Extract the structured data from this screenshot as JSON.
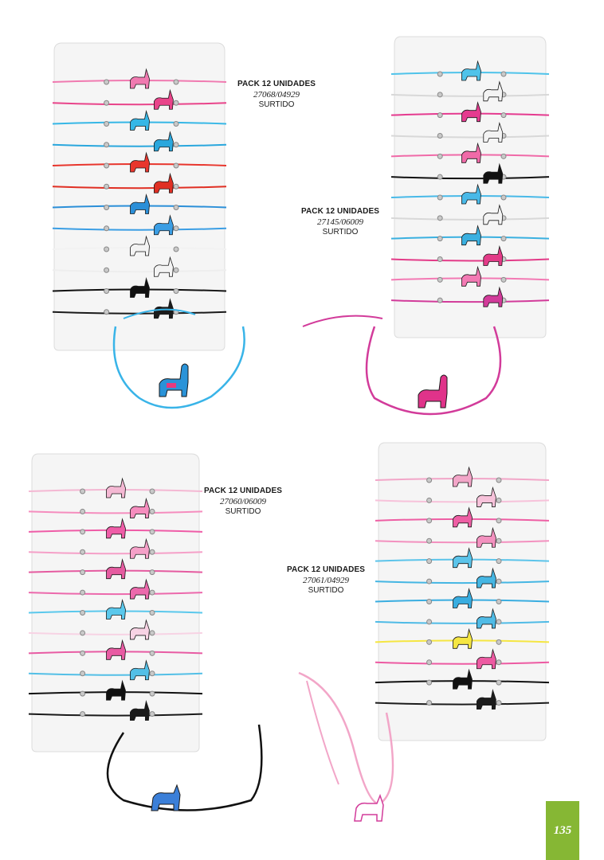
{
  "products": [
    {
      "title": "PACK 12 UNIDADES",
      "code": "27068/04929",
      "variant": "SURTIDO",
      "charm": "llama-icon",
      "cord_colors": [
        "#f07ab0",
        "#e9448a",
        "#36b7e6",
        "#2aa7dd",
        "#e8362d",
        "#e02f23",
        "#2b8fd8",
        "#3b9ee4",
        "#f2f2f2",
        "#eeeeee",
        "#111111",
        "#1b1b1b"
      ]
    },
    {
      "title": "PACK 12 UNIDADES",
      "code": "27145/06009",
      "variant": "SURTIDO",
      "charm": "llama-icon",
      "cord_colors": [
        "#4fc3ea",
        "#f7f7f7",
        "#e53a8f",
        "#ffffff",
        "#f06aa8",
        "#111111",
        "#48b9e8",
        "#ffffff",
        "#3ab0e0",
        "#e33b88",
        "#f37ab4",
        "#d23b9a"
      ]
    },
    {
      "title": "PACK 12 UNIDADES",
      "code": "27060/06009",
      "variant": "SURTIDO",
      "charm": "unicorn-icon",
      "cord_colors": [
        "#f4b8d3",
        "#f58dbe",
        "#ef5ca7",
        "#f5a0c8",
        "#e55ba0",
        "#ec69ac",
        "#5ac8ec",
        "#f7d3e4",
        "#e85ba3",
        "#53bfe6",
        "#111111",
        "#1a1a1a"
      ]
    },
    {
      "title": "PACK 12 UNIDADES",
      "code": "27061/04929",
      "variant": "SURTIDO",
      "charm": "unicorn-icon",
      "cord_colors": [
        "#f2a6c8",
        "#f7c2da",
        "#ee5fa4",
        "#f391bf",
        "#5cc4ea",
        "#45b6e3",
        "#39ade0",
        "#4fbbe6",
        "#f5e642",
        "#ed5aa2",
        "#111111",
        "#1c1c1c"
      ]
    }
  ],
  "page_number": "135"
}
